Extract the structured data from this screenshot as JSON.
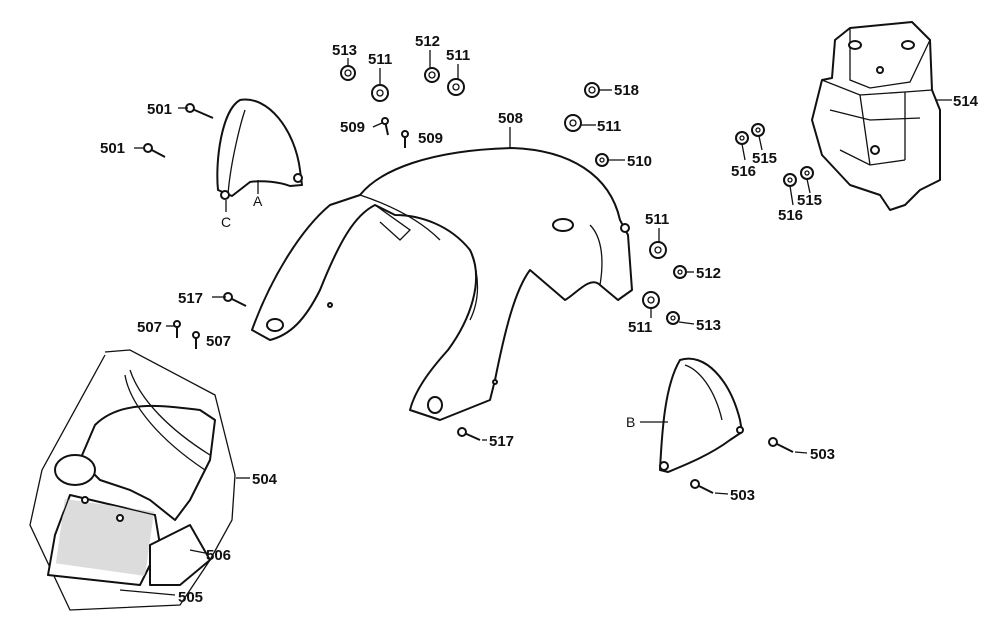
{
  "diagram": {
    "labels": {
      "p501a": "501",
      "p501b": "501",
      "p503a": "503",
      "p503b": "503",
      "p504": "504",
      "p505": "505",
      "p506": "506",
      "p507a": "507",
      "p507b": "507",
      "p508": "508",
      "p509a": "509",
      "p509b": "509",
      "p510": "510",
      "p511a": "511",
      "p511b": "511",
      "p511c": "511",
      "p511d": "511",
      "p511e": "511",
      "p512a": "512",
      "p512b": "512",
      "p513a": "513",
      "p513b": "513",
      "p514": "514",
      "p515a": "515",
      "p515b": "515",
      "p516a": "516",
      "p516b": "516",
      "p517a": "517",
      "p517b": "517",
      "p518": "518",
      "letterA": "A",
      "letterB": "B",
      "letterC": "C"
    }
  }
}
